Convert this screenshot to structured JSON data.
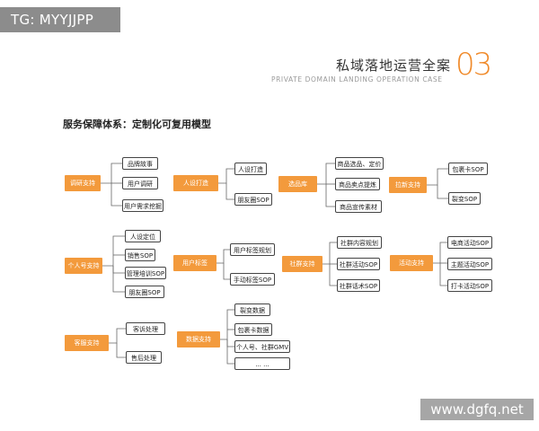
{
  "watermarks": {
    "top_left": "TG: MYYJJPP",
    "bottom_right": "www.dgfq.net"
  },
  "header": {
    "title_cn": "私域落地运营全案",
    "title_en": "PRIVATE DOMAIN LANDING OPERATION CASE",
    "number": "03"
  },
  "subtitle": "服务保障体系：定制化可复用模型",
  "colors": {
    "accent": "#f39a3c",
    "line": "#666666"
  },
  "groups": [
    {
      "root": "调研支持",
      "children": [
        "品牌故事",
        "用户调研",
        "用户需求挖掘"
      ]
    },
    {
      "root": "人设打造",
      "children": [
        "人设打造",
        "朋友圈SOP"
      ]
    },
    {
      "root": "选品库",
      "children": [
        "商品选品、定价",
        "商品卖点提炼",
        "商品宣传素材"
      ]
    },
    {
      "root": "拉新支持",
      "children": [
        "包裹卡SOP",
        "裂变SOP"
      ]
    },
    {
      "root": "个人号支持",
      "children": [
        "人设定位",
        "销售SOP",
        "管理培训SOP",
        "朋友圈SOP"
      ]
    },
    {
      "root": "用户标签",
      "children": [
        "用户标签规划",
        "手动标签SOP"
      ]
    },
    {
      "root": "社群支持",
      "children": [
        "社群内容规划",
        "社群活动SOP",
        "社群话术SOP"
      ]
    },
    {
      "root": "活动支持",
      "children": [
        "电商活动SOP",
        "主题活动SOP",
        "打卡活动SOP"
      ]
    },
    {
      "root": "客服支持",
      "children": [
        "客诉处理",
        "售后处理"
      ]
    },
    {
      "root": "数据支持",
      "children": [
        "裂变数据",
        "包裹卡数据",
        "个人号、社群GMV",
        "... ..."
      ]
    }
  ]
}
